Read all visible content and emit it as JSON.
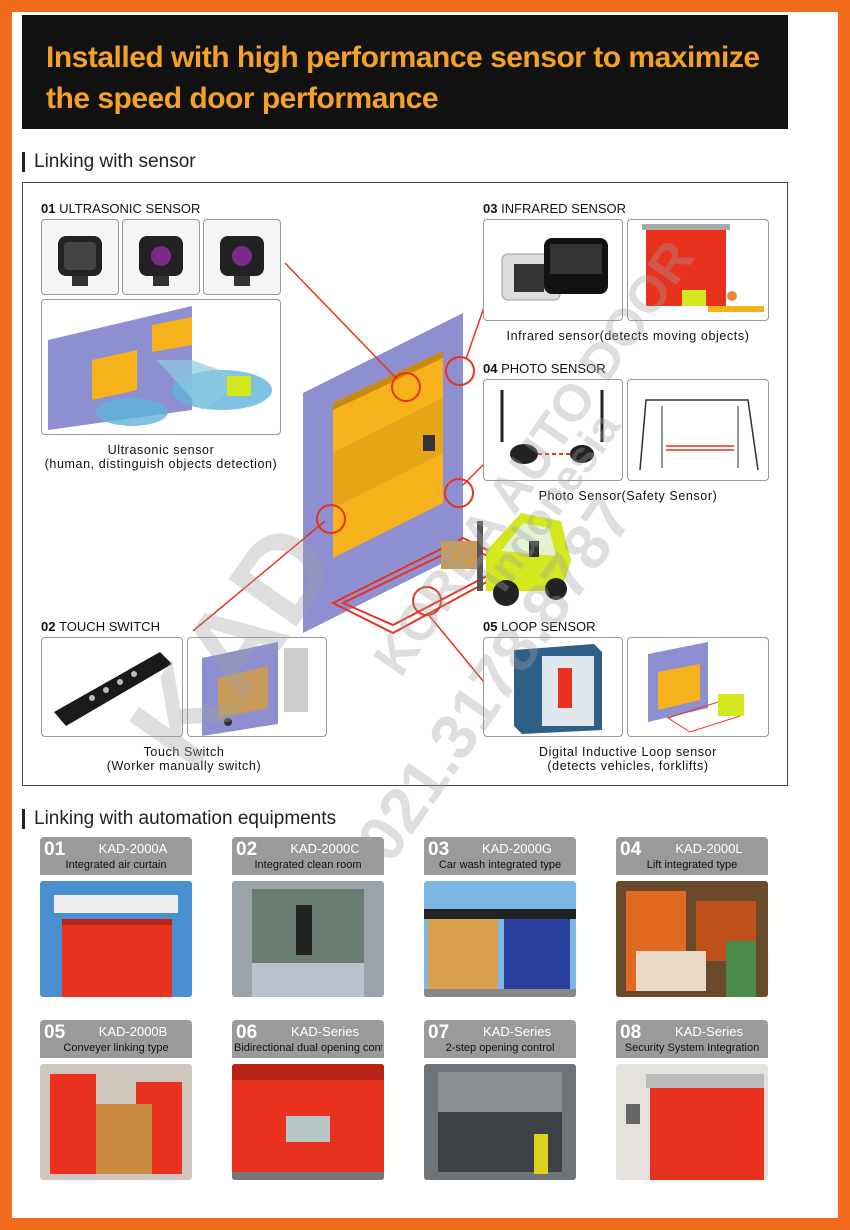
{
  "header": {
    "line1": "Installed with high performance sensor to maximize",
    "line2": "the speed door performance"
  },
  "sections": {
    "sensor_title": "Linking with sensor",
    "automation_title": "Linking with automation equipments"
  },
  "sensors": [
    {
      "num": "01",
      "name": "ULTRASONIC SENSOR",
      "caption1": "Ultrasonic sensor",
      "caption2": "(human, distinguish objects detection)"
    },
    {
      "num": "02",
      "name": "TOUCH SWITCH",
      "caption1": "Touch Switch",
      "caption2": "(Worker manually switch)"
    },
    {
      "num": "03",
      "name": "INFRARED SENSOR",
      "caption1": "Infrared sensor(detects moving objects)"
    },
    {
      "num": "04",
      "name": "PHOTO SENSOR",
      "caption1": "Photo Sensor(Safety Sensor)"
    },
    {
      "num": "05",
      "name": "LOOP SENSOR",
      "caption1": "Digital Inductive Loop sensor",
      "caption2": "(detects vehicles, forklifts)"
    }
  ],
  "equipments": [
    {
      "num": "01",
      "model": "KAD-2000A",
      "sub": "Integrated air curtain"
    },
    {
      "num": "02",
      "model": "KAD-2000C",
      "sub": "Integrated clean room"
    },
    {
      "num": "03",
      "model": "KAD-2000G",
      "sub": "Car wash integrated type"
    },
    {
      "num": "04",
      "model": "KAD-2000L",
      "sub": "Lift integrated type"
    },
    {
      "num": "05",
      "model": "KAD-2000B",
      "sub": "Conveyer linking type"
    },
    {
      "num": "06",
      "model": "KAD-Series",
      "sub": "Bidirectional dual opening control"
    },
    {
      "num": "07",
      "model": "KAD-Series",
      "sub": "2-step opening control"
    },
    {
      "num": "08",
      "model": "KAD-Series",
      "sub": "Security System Integration"
    }
  ],
  "watermark": {
    "brand": "KAD",
    "company": "KOREA AUTO DOOR",
    "country": "Indonesia",
    "phone": "021.3178.8787"
  },
  "colors": {
    "frame": "#f26a1b",
    "header_bg": "#111111",
    "header_text": "#f4a127",
    "door_yellow": "#f6b21a",
    "door_red": "#e8321e",
    "wall_blue": "#8e8fd0",
    "equip_head": "#9a9a9a"
  }
}
